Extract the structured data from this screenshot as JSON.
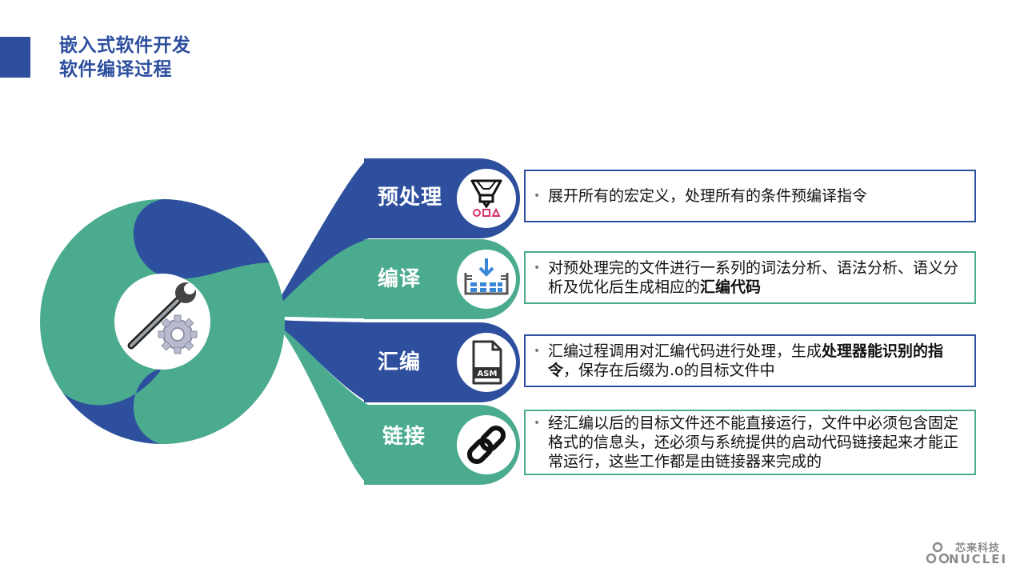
{
  "header": {
    "title_line1": "嵌入式软件开发",
    "title_line2": "软件编译过程"
  },
  "colors": {
    "blue": "#2d4f9e",
    "green": "#4aab8f"
  },
  "steps": [
    {
      "label": "预处理",
      "icon": "funnel-icon",
      "desc_parts": [
        "展开所有的宏定义，处理所有的条件预编译指令"
      ]
    },
    {
      "label": "编译",
      "icon": "download-factory-icon",
      "desc_parts": [
        "对预处理完的文件进行一系列的词法分析、语法分析、语义分析及优化后生成相应的",
        "汇编代码"
      ]
    },
    {
      "label": "汇编",
      "icon": "asm-file-icon",
      "icon_text": "ASM",
      "desc_parts": [
        "汇编过程调用对汇编代码进行处理，生成",
        "处理器能识别的指令",
        "，保存在后缀为.o的目标文件中"
      ]
    },
    {
      "label": "链接",
      "icon": "chain-link-icon",
      "desc_parts": [
        " 经汇编以后的目标文件还不能直接运行，文件中必须包含固定格式的信息头，还必须与系统提供的启动代码链接起来才能正常运行，这些工作都是由链接器来完成的"
      ]
    }
  ],
  "center_icon": "wrench-gear-icon",
  "logo": {
    "cn": "芯来科技",
    "en": "NUCLEI"
  }
}
